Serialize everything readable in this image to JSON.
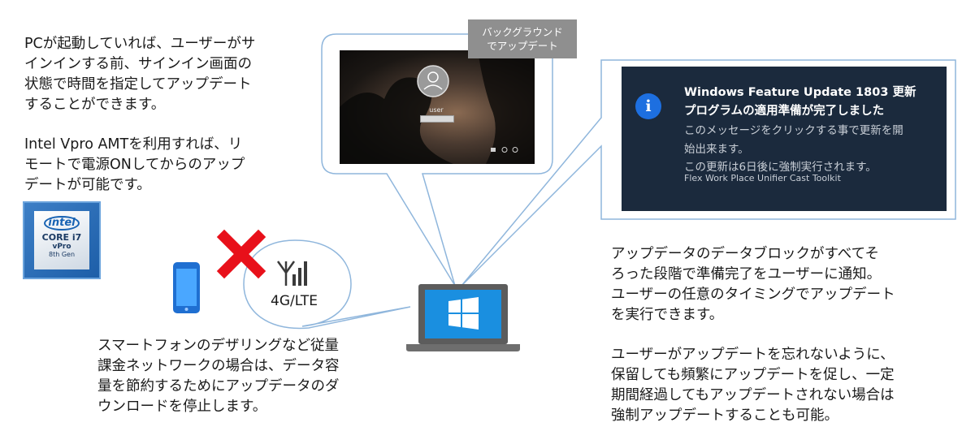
{
  "left_top_text": "PCが起動していれば、ユーザーがサ\nインインする前、サインイン画面の\n状態で時間を指定してアップデート\nすることができます。",
  "left_mid_text": "Intel Vpro AMTを利用すれば、リ\nモートで電源ONしてからのアップ\nデートが可能です。",
  "intel_badge": {
    "logo": "intel",
    "line1": "CORE i7",
    "line2": "vPro",
    "line3": "8th Gen"
  },
  "lock_screen": {
    "badge": "バックグラウンド\nでアップデート",
    "username": "user"
  },
  "toast": {
    "title": "Windows Feature Update 1803 更新\nプログラムの適用準備が完了しました",
    "body": "このメッセージをクリックする事で更新を開\n始出来ます。\nこの更新は6日後に強制実行されます。",
    "source": "Flex Work Place Unifier Cast Toolkit",
    "icon_glyph": "i"
  },
  "network": {
    "label": "4G/LTE"
  },
  "bottom_text": "スマートフォンのデザリングなど従量\n課金ネットワークの場合は、データ容\n量を節約するためにアップデータのダ\nウンロードを停止します。",
  "right_text_1": "アップデータのデータブロックがすべてそ\nろった段階で準備完了をユーザーに通知。\nユーザーの任意のタイミングでアップデート\nを実行できます。",
  "right_text_2": "ユーザーがアップデートを忘れないように、\n保留しても頻繁にアップデートを促し、一定\n期間経過してもアップデートされない場合は\n強制アップデートすることも可能。",
  "colors": {
    "callout_stroke": "#8fb6dc",
    "cross": "#e8101a",
    "windows_blue": "#1a8fe0",
    "laptop": "#5c5c5c",
    "phone": "#1f6fd1"
  }
}
